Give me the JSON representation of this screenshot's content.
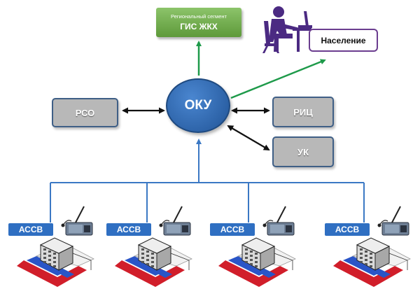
{
  "gis": {
    "subtitle": "Региональный сегмент",
    "title": "ГИС ЖКХ"
  },
  "center": {
    "label": "ОКУ"
  },
  "population": {
    "label": "Население"
  },
  "left_node": {
    "label": "РСО"
  },
  "right_top_node": {
    "label": "РИЦ"
  },
  "right_bottom_node": {
    "label": "УК"
  },
  "sites": [
    {
      "label": "АССВ"
    },
    {
      "label": "АССВ"
    },
    {
      "label": "АССВ"
    },
    {
      "label": "АССВ"
    }
  ],
  "colors": {
    "accent_blue": "#2f6fc2",
    "bus_line": "#3b78c4",
    "green_arrow": "#1e9a4a",
    "gray_box": "#b8b8b8",
    "gis_green": "#6aa84f",
    "population_border": "#6b3d8f"
  }
}
